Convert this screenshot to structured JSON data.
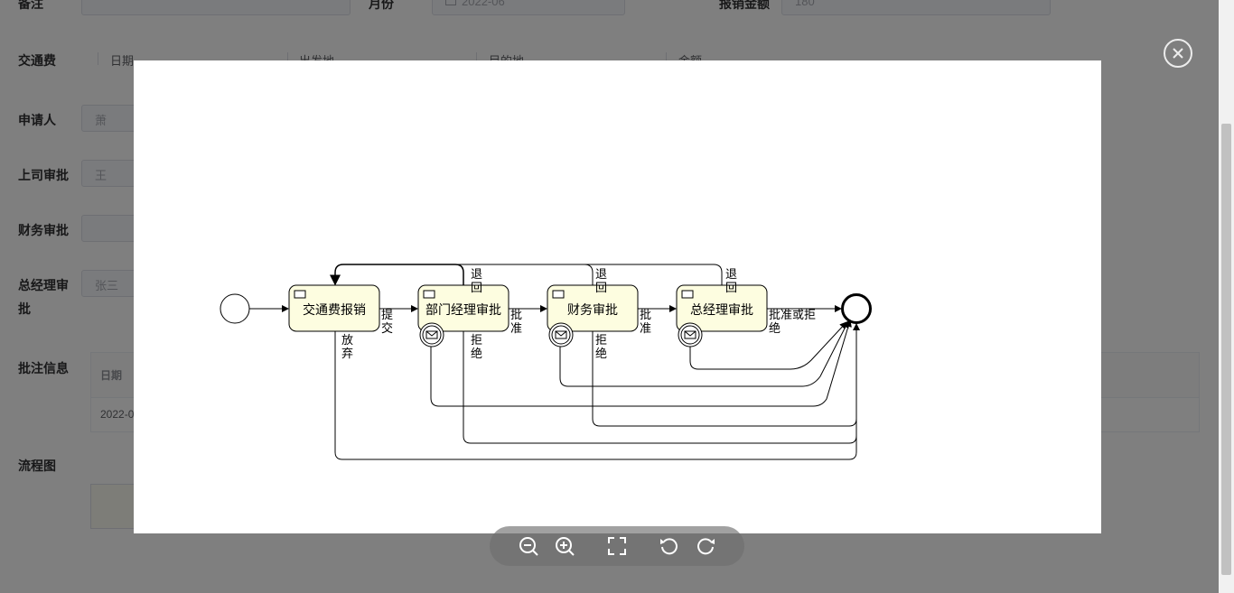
{
  "form": {
    "remark_label": "备注",
    "month_label": "月份",
    "month_value": "2022-06",
    "amount_label": "报销金额",
    "amount_value": "180",
    "traffic_label": "交通费",
    "traffic_headers": [
      "日期",
      "出发地",
      "目的地",
      "金额"
    ],
    "applicant_label": "申请人",
    "applicant_value": "萧",
    "boss_label": "上司审批",
    "boss_value": "王",
    "finance_label": "财务审批",
    "gm_label_line1": "总经理审",
    "gm_label_line2": "批",
    "gm_value": "张三",
    "comment_label": "批注信息",
    "comment_header": "日期",
    "comment_row_date": "2022-0",
    "flow_label": "流程图"
  },
  "diagram": {
    "tasks": [
      "交通费报销",
      "部门经理审批",
      "财务审批",
      "总经理审批"
    ],
    "flow_labels": {
      "submit": [
        "提",
        "交"
      ],
      "abandon": [
        "放",
        "弃"
      ],
      "back1": [
        "退",
        "回"
      ],
      "back2": [
        "退",
        "回"
      ],
      "back3": [
        "退",
        "回"
      ],
      "reject1": [
        "拒",
        "绝"
      ],
      "reject2": [
        "拒",
        "绝"
      ],
      "approve1": [
        "批",
        "准"
      ],
      "approve2": [
        "批",
        "准"
      ],
      "final": [
        "批准或拒",
        "绝"
      ]
    }
  },
  "toolbar": {
    "icons": [
      "zoom-out-icon",
      "zoom-in-icon",
      "fullscreen-icon",
      "rotate-left-icon",
      "rotate-right-icon"
    ]
  },
  "colors": {
    "task_fill": "#fdfde0",
    "overlay": "rgba(0,0,0,0.5)",
    "stroke": "#000000"
  }
}
